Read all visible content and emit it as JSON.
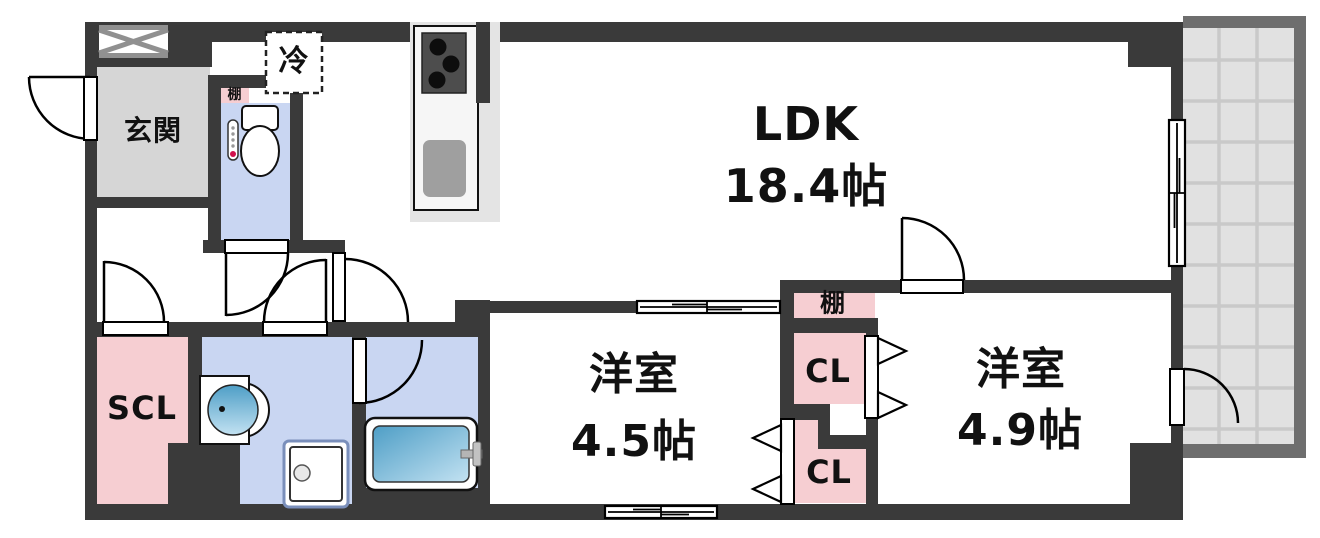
{
  "colors": {
    "wall": "#3a3a3a",
    "floor_white": "#ffffff",
    "floor_blue": "#c9d6f2",
    "floor_pink": "#f6ced2",
    "floor_gray": "#d6d6d6",
    "balcony_rail": "#6e6e6e",
    "balcony_tile": "#e1e1e1",
    "balcony_grout": "#c9c9c9",
    "water_dark": "#4e9ec6",
    "water_light": "#c3e2f2",
    "alert_red": "#d0104c"
  },
  "unit": {
    "ldk": {
      "label": "LDK",
      "size": "18.4帖"
    },
    "bedroom1": {
      "label": "洋室",
      "size": "4.5帖"
    },
    "bedroom2": {
      "label": "洋室",
      "size": "4.9帖"
    },
    "entrance": {
      "label": "玄関"
    },
    "shoe_closet": {
      "label": "SCL"
    },
    "closet1": {
      "label": "CL"
    },
    "closet2": {
      "label": "CL"
    },
    "shelf_hall": {
      "label": "棚"
    },
    "shelf_toilet": {
      "label": "棚"
    },
    "refrigerator": {
      "label": "冷"
    }
  }
}
